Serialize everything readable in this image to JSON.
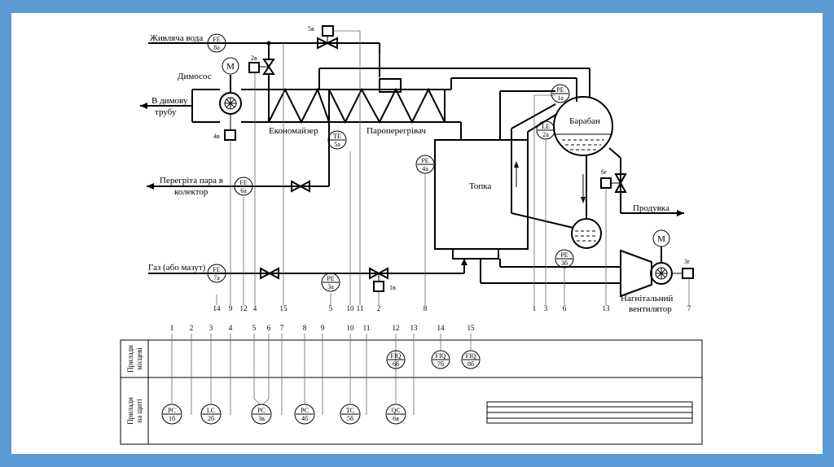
{
  "colors": {
    "frame_background": "#5b9bd5",
    "page": "#ffffff",
    "line": "#000000",
    "thin_line": "#666666"
  },
  "labels": {
    "feed_water": "Живляча вода",
    "smoke_exhauster": "Димосос",
    "to_chimney_1": "В димову",
    "to_chimney_2": "трубу",
    "economizer": "Економайзер",
    "superheater": "Пароперегрівач",
    "furnace": "Топка",
    "drum": "Барабан",
    "blowdown": "Продувка",
    "steam_1": "Перегріта пара в",
    "steam_2": "колектор",
    "gas": "Газ (або мазут)",
    "fan_1": "Нагнітальний",
    "fan_2": "вентилятор",
    "motor": "M"
  },
  "instruments": {
    "fe8": {
      "l1": "FE",
      "l2": "8а"
    },
    "pe1": {
      "l1": "PE",
      "l2": "1а"
    },
    "le2": {
      "l1": "LE",
      "l2": "2а"
    },
    "te5": {
      "l1": "TE",
      "l2": "5а"
    },
    "pe4": {
      "l1": "PE",
      "l2": "4а"
    },
    "fe6": {
      "l1": "FE",
      "l2": "6а"
    },
    "fe7": {
      "l1": "FE",
      "l2": "7а"
    },
    "pe3a": {
      "l1": "PE",
      "l2": "3а"
    },
    "pe3b": {
      "l1": "PE",
      "l2": "3б"
    }
  },
  "actuators": {
    "v5": "5в",
    "v2": "2в",
    "v4": "4в",
    "v6": "6г",
    "v1": "1в",
    "v3": "3г"
  },
  "line_numbers": {
    "bottom": [
      "14",
      "9",
      "12",
      "4",
      "15",
      "10",
      "11",
      "5",
      "2",
      "8",
      "1",
      "3",
      "6",
      "13",
      "7"
    ],
    "table": [
      "1",
      "2",
      "3",
      "4",
      "5",
      "6",
      "7",
      "8",
      "9",
      "10",
      "11",
      "12",
      "13",
      "14",
      "15"
    ]
  },
  "table": {
    "row1_label_1": "Прилади",
    "row1_label_2": "місцеві",
    "row2_label_1": "Прилади",
    "row2_label_2": "на щиті"
  },
  "local_instruments": {
    "fiq6": {
      "l1": "FIQ",
      "l2": "6б"
    },
    "fiq7": {
      "l1": "FIQ",
      "l2": "7б"
    },
    "fiq8": {
      "l1": "FIQ",
      "l2": "8б"
    }
  },
  "panel_instruments": {
    "pc1": {
      "l1": "PC",
      "l2": "1б"
    },
    "lc2": {
      "l1": "LC",
      "l2": "2б"
    },
    "pc3": {
      "l1": "PC",
      "l2": "3в"
    },
    "pc4": {
      "l1": "PC",
      "l2": "4б"
    },
    "tc5": {
      "l1": "TC",
      "l2": "5б"
    },
    "qc6": {
      "l1": "QC",
      "l2": "6в"
    }
  }
}
